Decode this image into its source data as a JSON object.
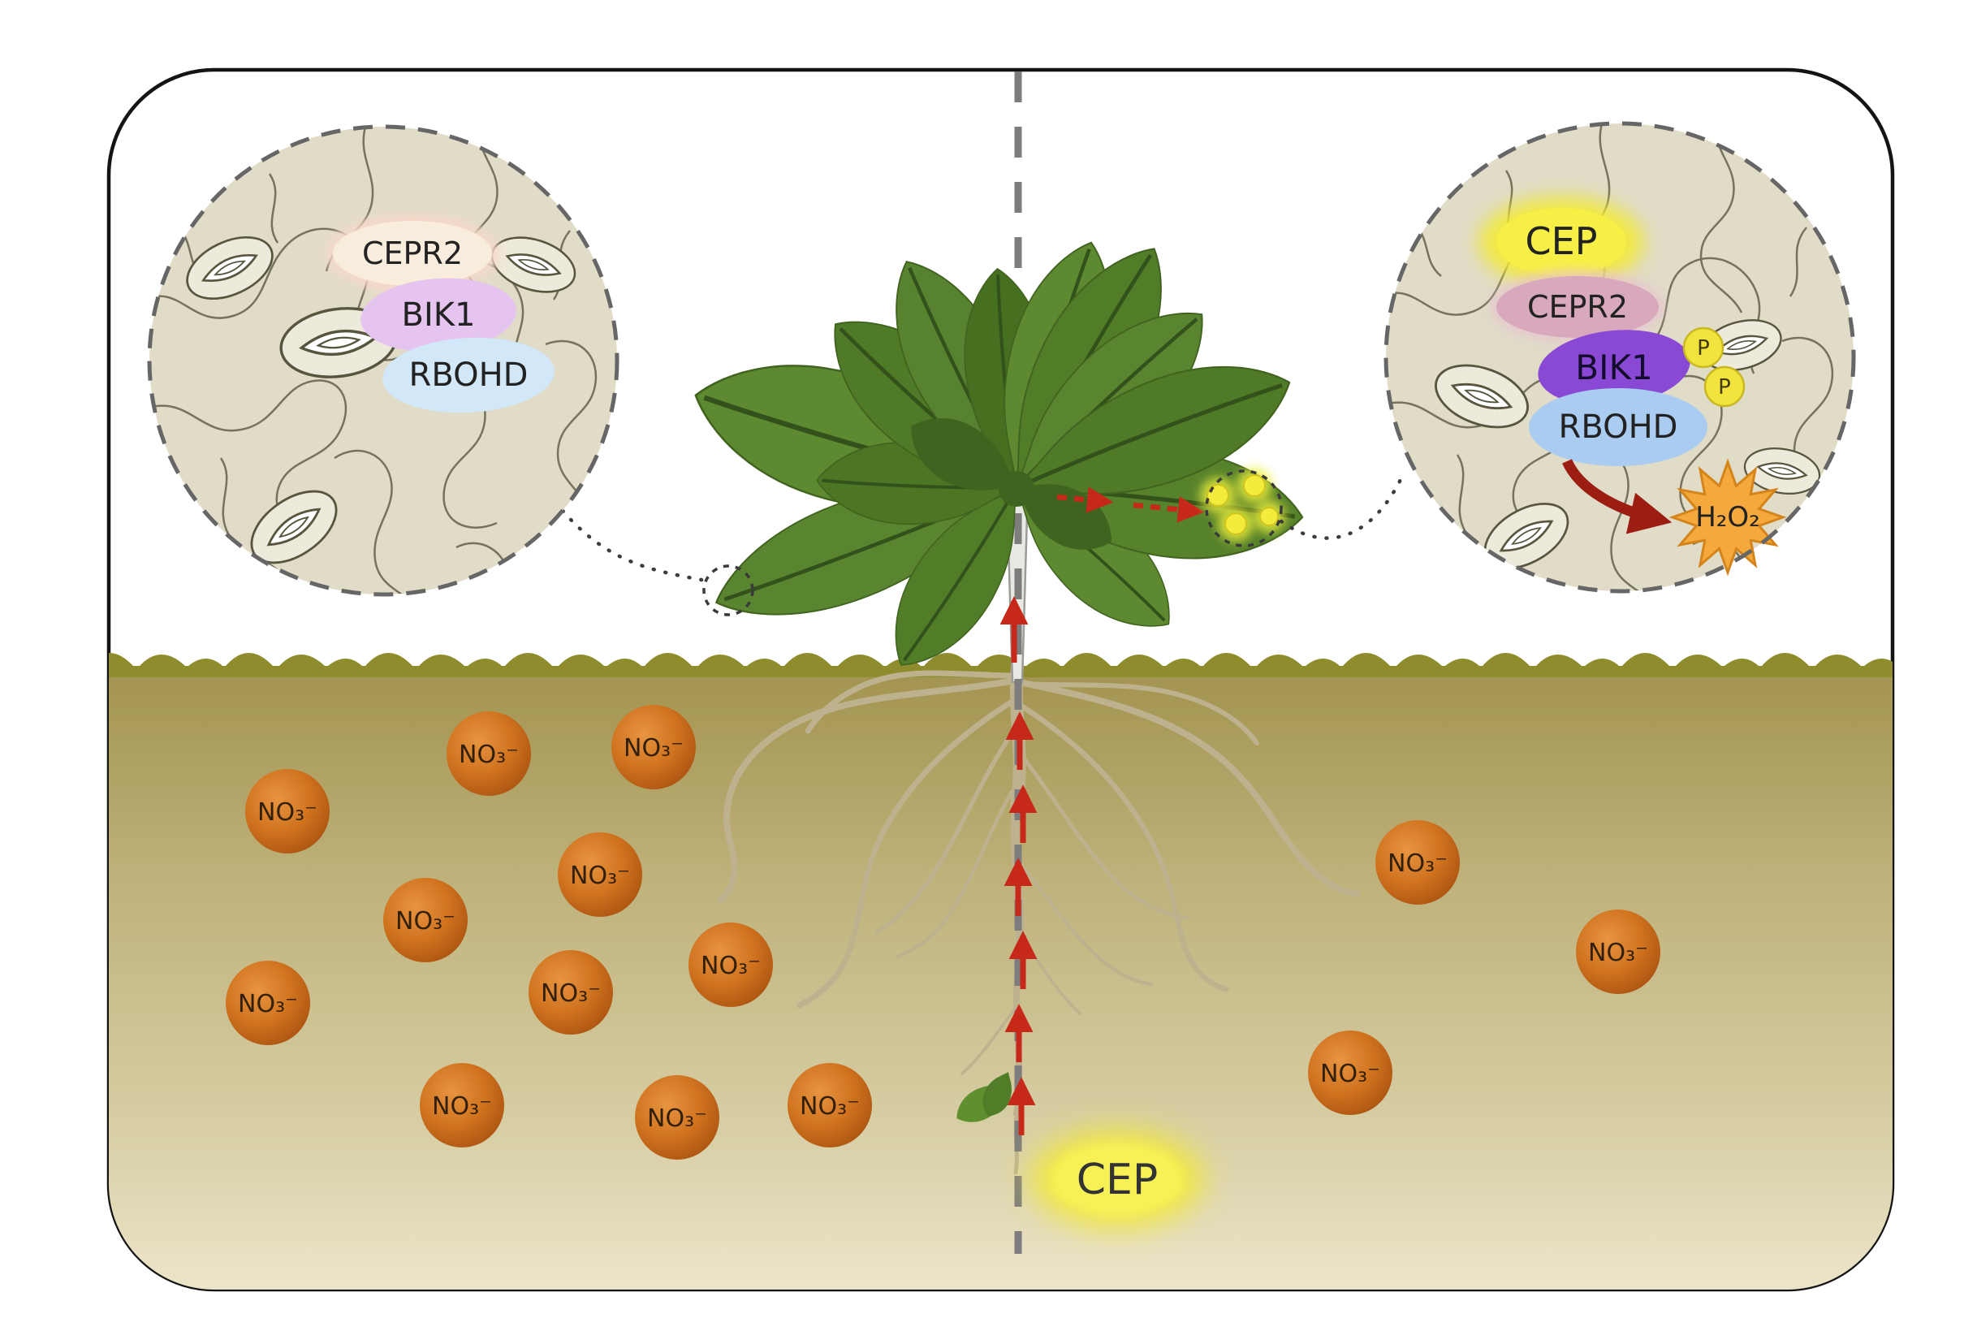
{
  "left_inset": {
    "cepr2_label": "CEPR2",
    "bik1_label": "BIK1",
    "rbohd_label": "RBOHD"
  },
  "right_inset": {
    "cep_label": "CEP",
    "cepr2_label": "CEPR2",
    "bik1_label": "BIK1",
    "rbohd_label": "RBOHD",
    "phospho_label_1": "P",
    "phospho_label_2": "P",
    "h2o2_label": "H₂O₂"
  },
  "soil": {
    "nitrate_label": "NO₃⁻",
    "cep_label": "CEP"
  },
  "colors": {
    "nitrate_orange": "#c9711f",
    "cep_yellow": "#f5ed3c",
    "bik1_purple": "#8a49d4",
    "bik1_light": "#e5c4f0",
    "rbohd_blue": "#a9ccf0",
    "rbohd_light": "#d2e7f8",
    "cepr2_pink": "#d8a9bd",
    "cepr2_cream": "#f8ecdc",
    "h2o2_orange": "#f5a93c",
    "leaf_green": "#567f2d",
    "soil_tan": "#b3a360",
    "surface_olive": "#8f8c2e",
    "signal_red": "#c6281a",
    "h2o2_arrow_red": "#9c1d12"
  }
}
